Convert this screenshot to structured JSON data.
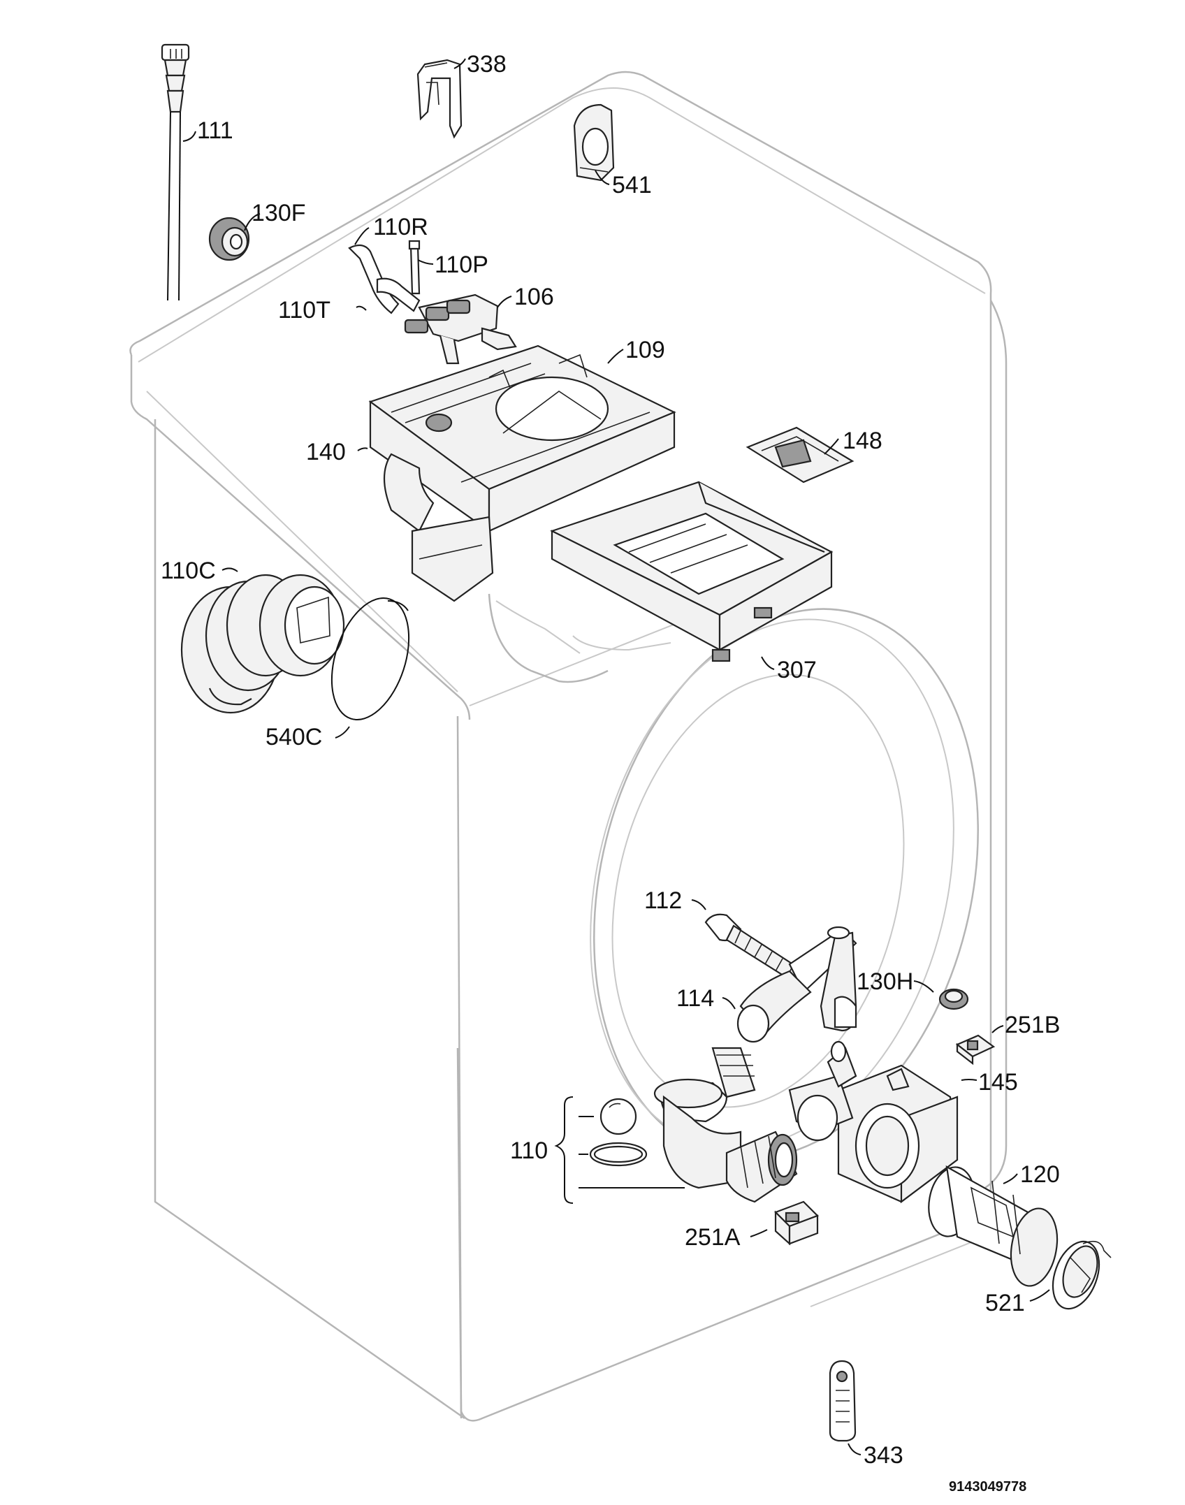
{
  "labels": [
    {
      "id": "p338",
      "text": "338"
    },
    {
      "id": "p111",
      "text": "111"
    },
    {
      "id": "p541",
      "text": "541"
    },
    {
      "id": "p130F",
      "text": "130F"
    },
    {
      "id": "p110R",
      "text": "110R"
    },
    {
      "id": "p110P",
      "text": "110P"
    },
    {
      "id": "p110T",
      "text": "110T"
    },
    {
      "id": "p106",
      "text": "106"
    },
    {
      "id": "p109",
      "text": "109"
    },
    {
      "id": "p148",
      "text": "148"
    },
    {
      "id": "p140",
      "text": "140"
    },
    {
      "id": "p110C",
      "text": "110C"
    },
    {
      "id": "p540C",
      "text": "540C"
    },
    {
      "id": "p307",
      "text": "307"
    },
    {
      "id": "p112",
      "text": "112"
    },
    {
      "id": "p114",
      "text": "114"
    },
    {
      "id": "p130H",
      "text": "130H"
    },
    {
      "id": "p251B",
      "text": "251B"
    },
    {
      "id": "p145",
      "text": "145"
    },
    {
      "id": "p110",
      "text": "110"
    },
    {
      "id": "p120",
      "text": "120"
    },
    {
      "id": "p251A",
      "text": "251A"
    },
    {
      "id": "p521",
      "text": "521"
    },
    {
      "id": "p343",
      "text": "343"
    }
  ],
  "document_number": "9143049778"
}
